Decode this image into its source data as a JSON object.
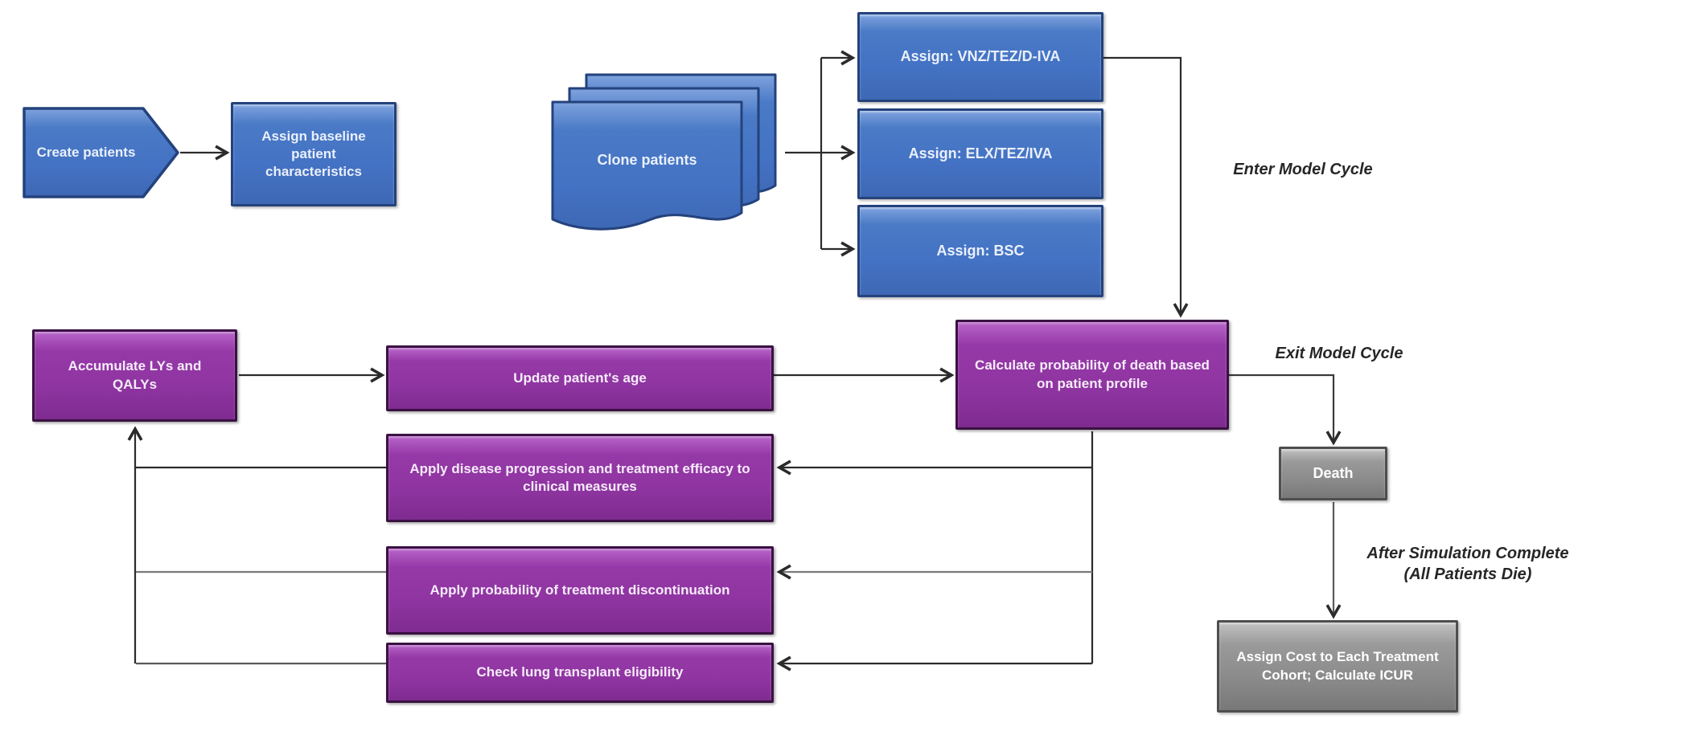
{
  "diagram": {
    "palette": {
      "background": "#FFFFFF",
      "blue_fill": "#4472C4",
      "blue_border": "#24427C",
      "purple_fill": "#9137A3",
      "purple_border": "#3A1142",
      "gray_fill": "#8C8C8C",
      "gray_border": "#4E4E4E",
      "arrow_dark": "#2B2B2B",
      "arrow_gray": "#7A7A7A",
      "annotation": "#262626"
    },
    "nodes": {
      "create_patients": {
        "label": "Create patients"
      },
      "assign_baseline": {
        "label": "Assign baseline patient characteristics"
      },
      "clone_patients": {
        "label": "Clone patients"
      },
      "assign_vnz": {
        "label": "Assign: VNZ/TEZ/D-IVA"
      },
      "assign_elx": {
        "label": "Assign: ELX/TEZ/IVA"
      },
      "assign_bsc": {
        "label": "Assign: BSC"
      },
      "calculate_death": {
        "label": "Calculate probability of death based on patient profile"
      },
      "update_age": {
        "label": "Update patient's age"
      },
      "accumulate": {
        "label": "Accumulate LYs and QALYs"
      },
      "apply_disease": {
        "label": "Apply disease progression and treatment efficacy to clinical measures"
      },
      "apply_discontinuation": {
        "label": "Apply probability of treatment discontinuation"
      },
      "check_transplant": {
        "label": "Check lung transplant eligibility"
      },
      "death": {
        "label": "Death"
      },
      "assign_cost": {
        "label": "Assign Cost to Each Treatment Cohort; Calculate ICUR"
      }
    },
    "annotations": {
      "enter_cycle": "Enter Model Cycle",
      "exit_cycle": "Exit Model Cycle",
      "after_sim_line1": "After Simulation Complete",
      "after_sim_line2": "(All Patients Die)"
    }
  }
}
